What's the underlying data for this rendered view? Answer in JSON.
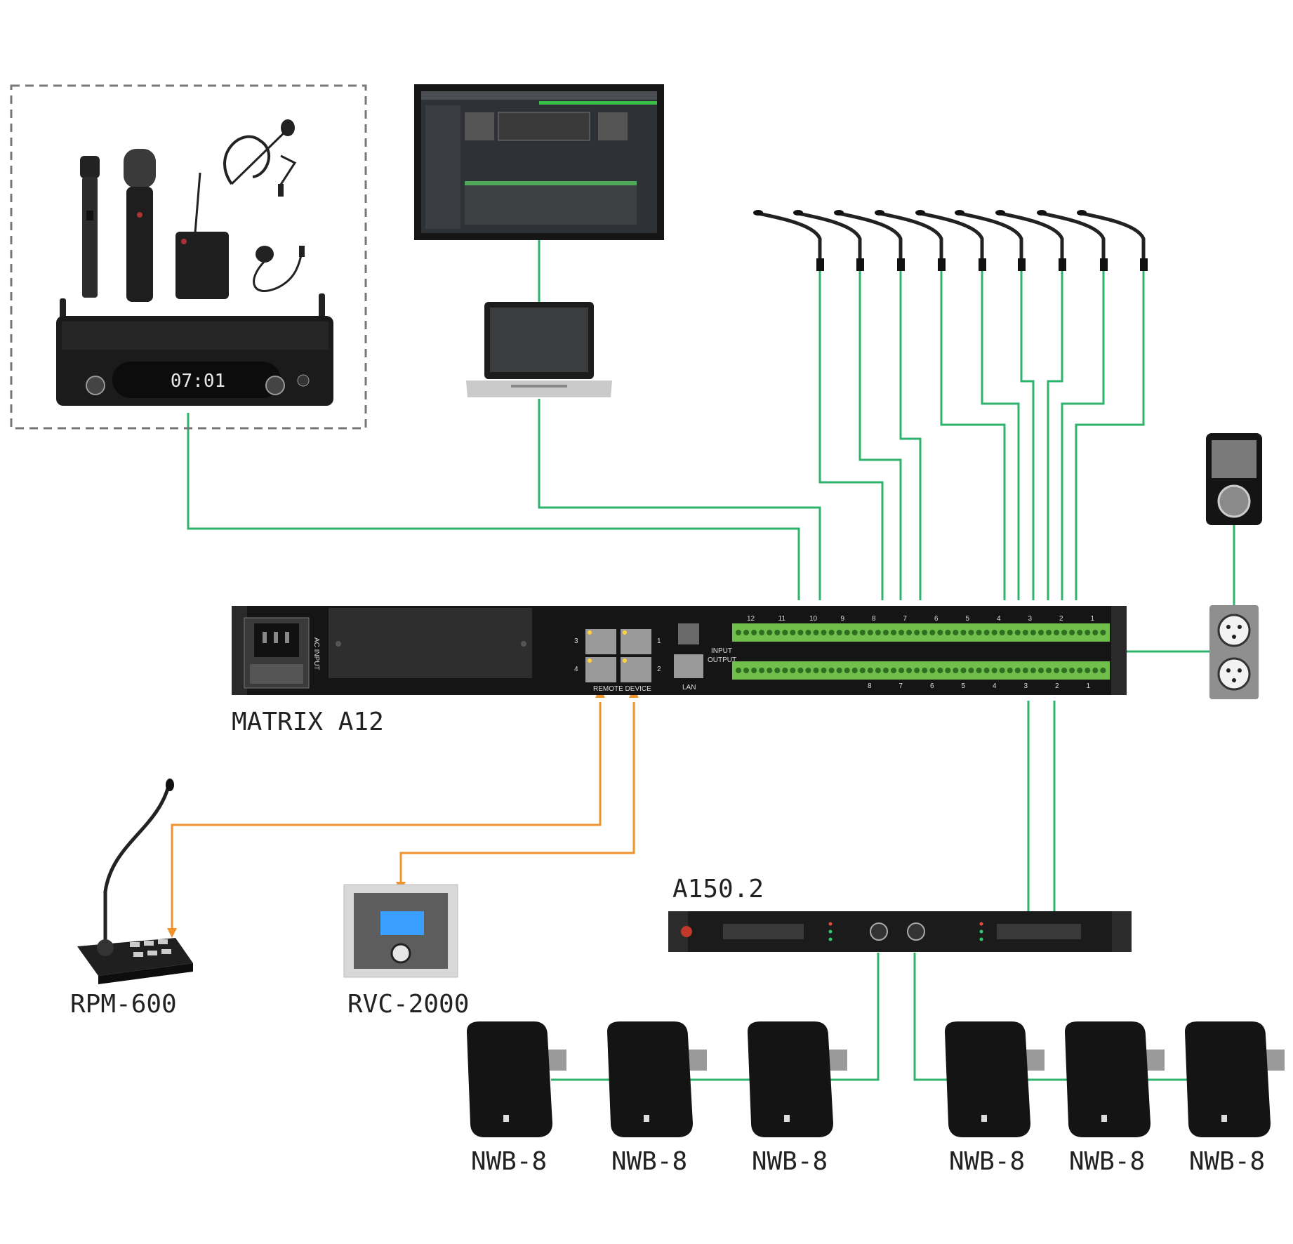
{
  "labels": {
    "matrix": "MATRIX A12",
    "amp": "A150.2",
    "pager": "RPM-600",
    "volume_control": "RVC-2000",
    "speaker_model": "NWB-8"
  },
  "receiver": {
    "display": "07:01"
  },
  "matrix_panel": {
    "ac_input": "AC INPUT",
    "lan": "LAN",
    "remote_device": "REMOTE DEVICE",
    "input": "INPUT",
    "output": "OUTPUT",
    "ports": [
      "3",
      "1",
      "4",
      "2"
    ],
    "input_channels": [
      "12",
      "11",
      "10",
      "9",
      "8",
      "7",
      "6",
      "5",
      "4",
      "3",
      "2",
      "1"
    ],
    "output_channels": [
      "8",
      "7",
      "6",
      "5",
      "4",
      "3",
      "2",
      "1"
    ]
  },
  "speakers": [
    {
      "name": "NWB-8"
    },
    {
      "name": "NWB-8"
    },
    {
      "name": "NWB-8"
    },
    {
      "name": "NWB-8"
    },
    {
      "name": "NWB-8"
    },
    {
      "name": "NWB-8"
    }
  ],
  "colors": {
    "audio_wire": "#2db36b",
    "control_wire": "#f0932b",
    "terminal_green": "#6fbf4a",
    "device_body": "#1c1c1c"
  },
  "gooseneck_mic_count": 9
}
